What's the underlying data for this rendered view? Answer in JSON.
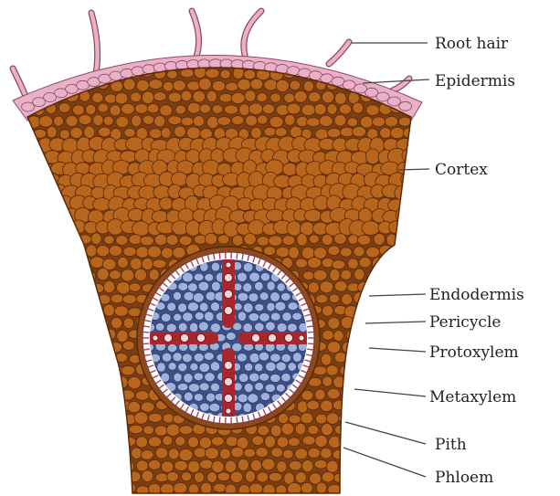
{
  "diagram": {
    "labels": {
      "root_hair": "Root hair",
      "epidermis": "Epidermis",
      "cortex": "Cortex",
      "endodermis": "Endodermis",
      "pericycle": "Pericycle",
      "protoxylem": "Protoxylem",
      "metaxylem": "Metaxylem",
      "pith": "Pith",
      "phloem": "Phloem"
    },
    "colors": {
      "epidermis": "#eab0c8",
      "cortex_cell": "#b8651e",
      "cortex_bg": "#7a3e12",
      "cell_outline": "#5a2a08",
      "stele_bg": "#3d4f86",
      "stele_cell": "#9fb2dc",
      "xylem": "#a8262c",
      "pericycle_band": "#ffffff"
    }
  }
}
